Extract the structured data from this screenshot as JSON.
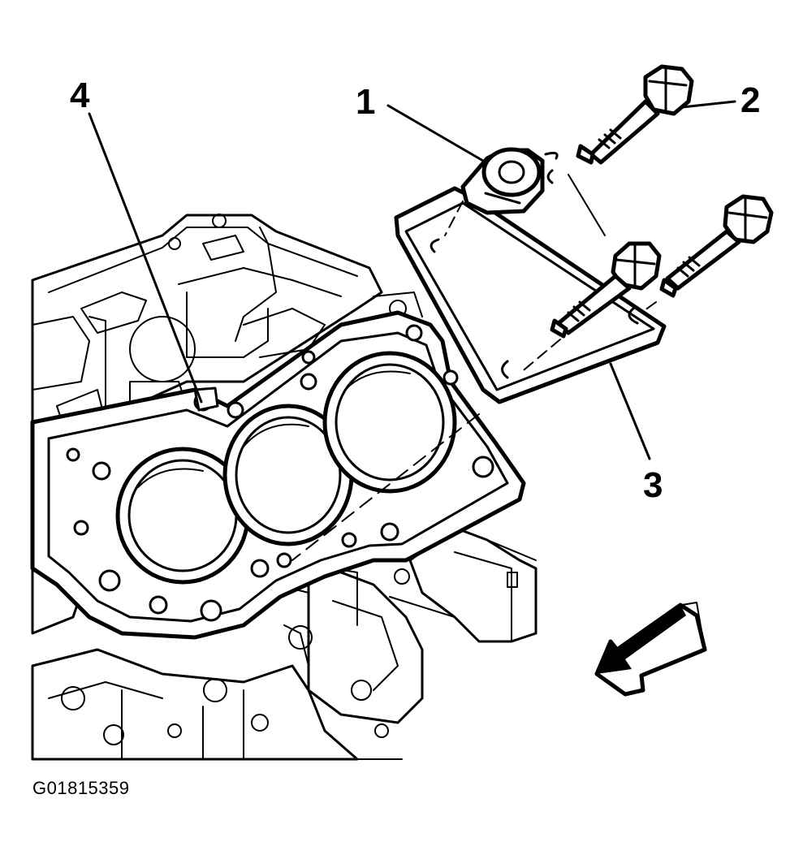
{
  "callouts": [
    {
      "id": "1",
      "label": "1"
    },
    {
      "id": "2",
      "label": "2"
    },
    {
      "id": "3",
      "label": "3"
    },
    {
      "id": "4",
      "label": "4"
    }
  ],
  "figure_id": "G01815359",
  "colors": {
    "ink": "#000000",
    "paper": "#ffffff"
  }
}
